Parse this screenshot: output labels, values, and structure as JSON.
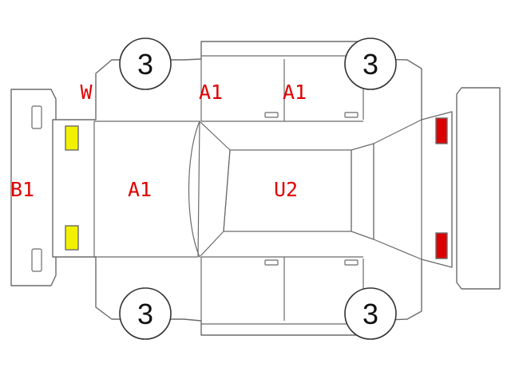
{
  "colors": {
    "outline": "#6b6b6b",
    "label": "#e00000",
    "headlight": "#f2f200",
    "taillight": "#dd0000"
  },
  "labels": {
    "windshield": "W",
    "front_bumper": "B1",
    "hood": "A1",
    "front_door_upper": "A1",
    "rear_door_upper": "A1",
    "roof": "U2"
  },
  "tires": {
    "front_left": "3",
    "rear_left": "3",
    "front_right": "3",
    "rear_right": "3"
  }
}
